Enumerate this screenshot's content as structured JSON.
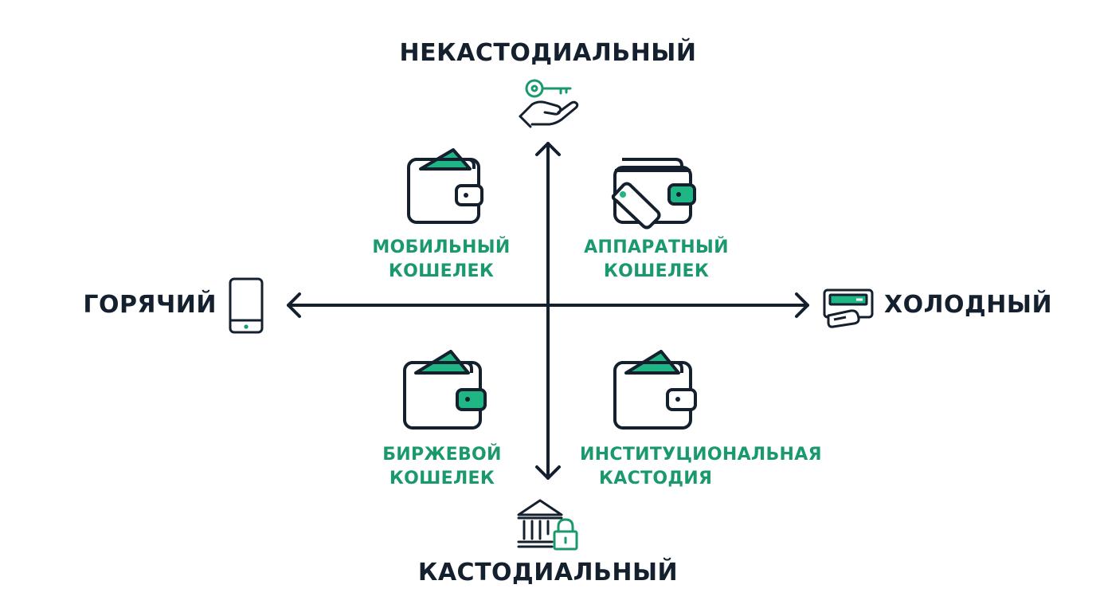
{
  "colors": {
    "dark": "#14202E",
    "green": "#1A9A6C",
    "green_fill": "#1FB584",
    "background": "#FFFFFF"
  },
  "axes": {
    "top": "НЕКАСТОДИАЛЬНЫЙ",
    "bottom": "КАСТОДИАЛЬНЫЙ",
    "left": "ГОРЯЧИЙ",
    "right": "ХОЛОДНЫЙ"
  },
  "quadrants": {
    "top_left": {
      "line1": "МОБИЛЬНЫЙ",
      "line2": "КОШЕЛЕК"
    },
    "top_right": {
      "line1": "АППАРАТНЫЙ",
      "line2": "КОШЕЛЕК"
    },
    "bottom_left": {
      "line1": "БИРЖЕВОЙ",
      "line2": "КОШЕЛЕК"
    },
    "bottom_right": {
      "line1": "ИНСТИТУЦИОНАЛЬНАЯ",
      "line2": "КАСТОДИЯ"
    }
  },
  "icons": {
    "top": "key-in-hand-icon",
    "bottom": "bank-lock-icon",
    "left": "smartphone-icon",
    "right": "hardware-device-icon",
    "top_left": "wallet-icon",
    "top_right": "wallet-with-tag-icon",
    "bottom_left": "wallet-icon",
    "bottom_right": "wallet-icon"
  }
}
